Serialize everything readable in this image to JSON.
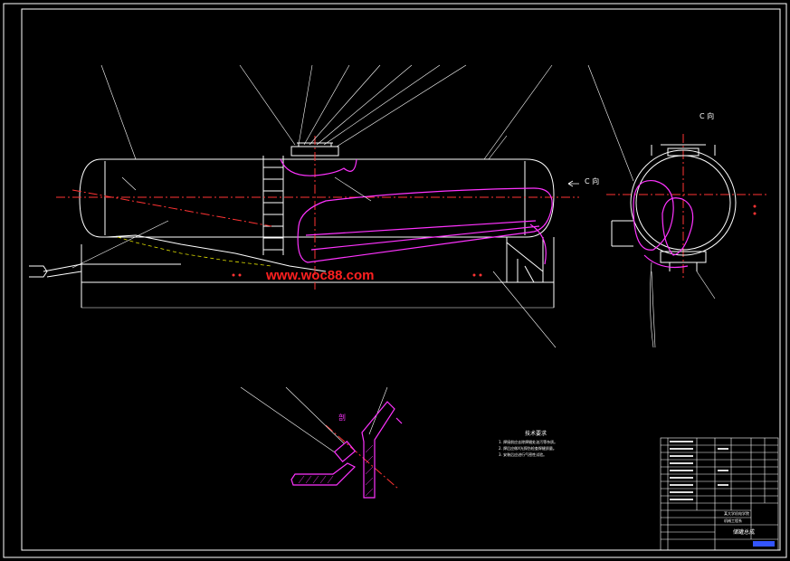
{
  "watermark": "www.woc88.com",
  "view_labels": {
    "side_view_c": "C 向",
    "c_arrow": "C 向"
  },
  "tech_requirements": {
    "title": "技术要求",
    "lines": [
      "1. 焊接前应去除焊缝处油污等杂质。",
      "2. 焊后应做X光探伤检查焊缝质量。",
      "3. 安装后应进行气密性试验。"
    ]
  },
  "title_block": {
    "drawing_title": "储罐总成",
    "school": "某大学机电学院",
    "dept": "机械工程系"
  },
  "colors": {
    "background": "#000000",
    "line": "#ffffff",
    "hidden": "#ff3333",
    "detail": "#ff33ff",
    "dim": "#00ffff",
    "yellow": "#ffff00"
  }
}
